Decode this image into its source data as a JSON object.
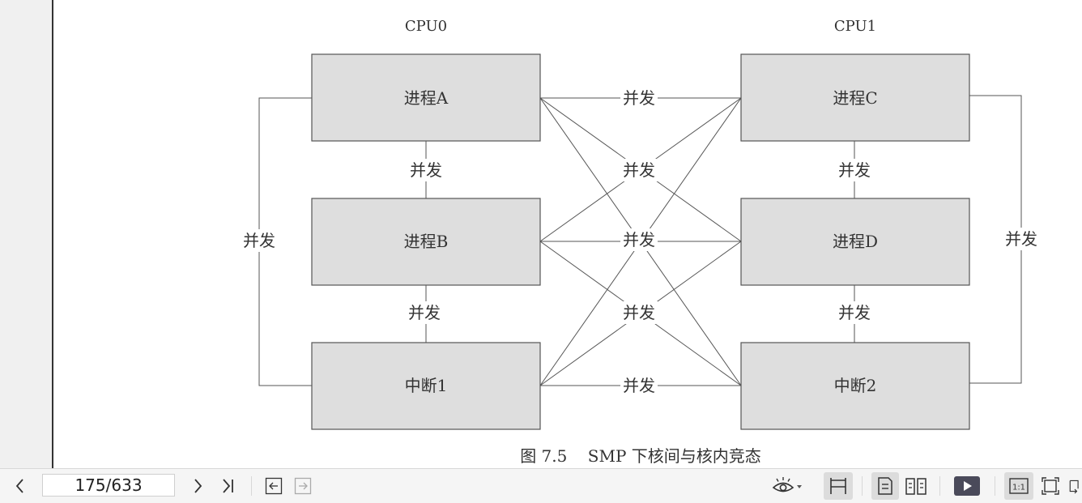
{
  "diagram": {
    "cpu0_label": "CPU0",
    "cpu1_label": "CPU1",
    "boxes": {
      "proc_a": "进程A",
      "proc_b": "进程B",
      "irq1": "中断1",
      "proc_c": "进程C",
      "proc_d": "进程D",
      "irq2": "中断2"
    },
    "concurrency_label": "并发",
    "caption": "图 7.5    SMP 下核间与核内竞态"
  },
  "toolbar": {
    "page_indicator": "175/633"
  }
}
